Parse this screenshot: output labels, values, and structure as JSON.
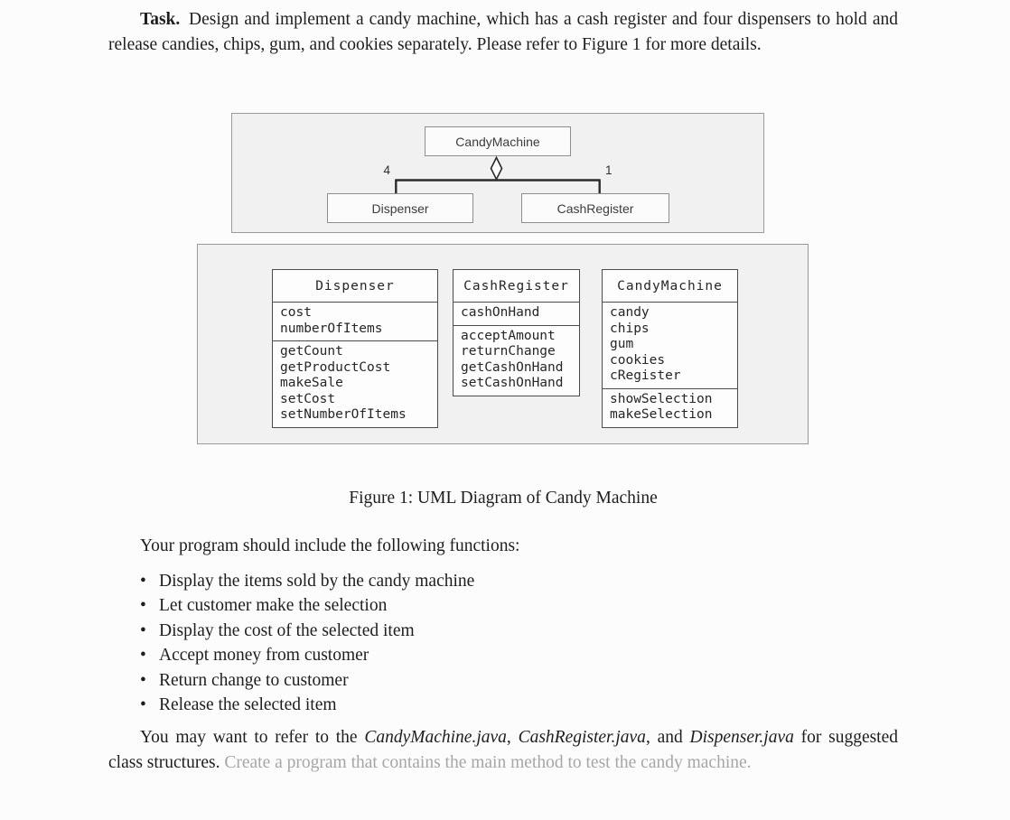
{
  "task": {
    "label": "Task.",
    "text": "Design and implement a candy machine, which has a cash register and four dispensers to hold and release candies, chips, gum, and cookies separately. Please refer to Figure 1 for more details."
  },
  "figure": {
    "caption": "Figure 1: UML Diagram of Candy Machine",
    "relationship_diagram": {
      "parent": "CandyMachine",
      "left_child": "Dispenser",
      "left_multiplicity": "4",
      "right_child": "CashRegister",
      "right_multiplicity": "1"
    },
    "class_diagram": {
      "classes": [
        {
          "name": "Dispenser",
          "attributes": [
            "cost",
            "numberOfItems"
          ],
          "methods": [
            "getCount",
            "getProductCost",
            "makeSale",
            "setCost",
            "setNumberOfItems"
          ]
        },
        {
          "name": "CashRegister",
          "attributes": [
            "cashOnHand"
          ],
          "methods": [
            "acceptAmount",
            "returnChange",
            "getCashOnHand",
            "setCashOnHand"
          ]
        },
        {
          "name": "CandyMachine",
          "attributes": [
            "candy",
            "chips",
            "gum",
            "cookies",
            "cRegister"
          ],
          "methods": [
            "showSelection",
            "makeSelection"
          ]
        }
      ]
    }
  },
  "functions_intro": "Your program should include the following functions:",
  "bullets": [
    "Display the items sold by the candy machine",
    "Let customer make the selection",
    "Display the cost of the selected item",
    "Accept money from customer",
    "Return change to customer",
    "Release the selected item"
  ],
  "closing": {
    "part1": "You may want to refer to the ",
    "file1": "CandyMachine.java",
    "sep1": ", ",
    "file2": "CashRegister.java",
    "sep2": ", and ",
    "file3": "Dispenser.java",
    "part2": " for suggested class structures. ",
    "muted": "Create a program that contains the main method to test the candy machine."
  },
  "colors": {
    "page_background": "#fcfcfc",
    "panel_background": "#f2f1f1",
    "panel_border": "#9a9a9a",
    "class_border": "#4c4c4c",
    "body_text": "#1e1e1e",
    "muted_text": "#a6a6a6"
  }
}
